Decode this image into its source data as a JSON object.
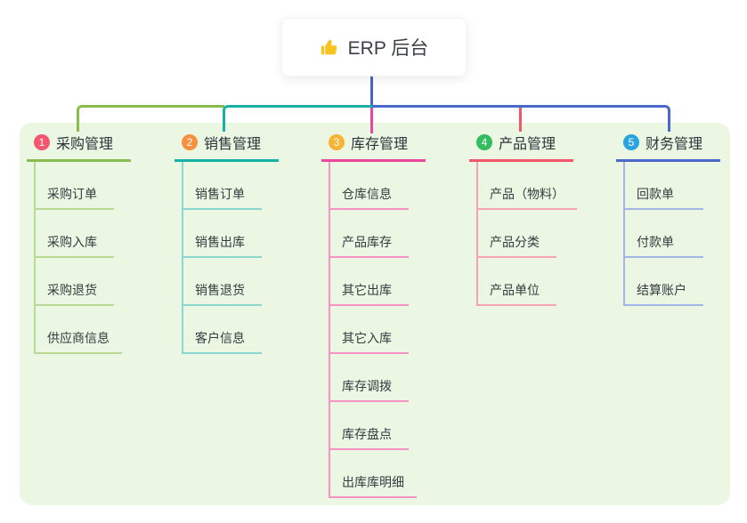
{
  "root": {
    "label": "ERP 后台",
    "icon": "thumbs-up-icon",
    "icon_color": "#f7c31d"
  },
  "canvas": {
    "background": "#ffffff",
    "panel_background": "#ebf6e3",
    "root_line_color": "#4e5fc9"
  },
  "branches": [
    {
      "num": "1",
      "label": "采购管理",
      "line_color": "#88bd4e",
      "child_line_color": "#b8da92",
      "badge_color": "#f3566d",
      "children": [
        "采购订单",
        "采购入库",
        "采购退货",
        "供应商信息"
      ]
    },
    {
      "num": "2",
      "label": "销售管理",
      "line_color": "#16b2a7",
      "child_line_color": "#8bd6cf",
      "badge_color": "#f8913f",
      "children": [
        "销售订单",
        "销售出库",
        "销售退货",
        "客户信息"
      ]
    },
    {
      "num": "3",
      "label": "库存管理",
      "line_color": "#e8479b",
      "child_line_color": "#f494c5",
      "badge_color": "#f8b234",
      "children": [
        "仓库信息",
        "产品库存",
        "其它出库",
        "其它入库",
        "库存调拨",
        "库存盘点",
        "出库库明细"
      ]
    },
    {
      "num": "4",
      "label": "产品管理",
      "line_color": "#f3566a",
      "child_line_color": "#f8a3b1",
      "badge_color": "#32bd5f",
      "children": [
        "产品（物料）",
        "产品分类",
        "产品单位"
      ]
    },
    {
      "num": "5",
      "label": "财务管理",
      "line_color": "#4a69c9",
      "child_line_color": "#a2b6e8",
      "badge_color": "#2aa4dd",
      "children": [
        "回款单",
        "付款单",
        "结算账户"
      ]
    }
  ]
}
